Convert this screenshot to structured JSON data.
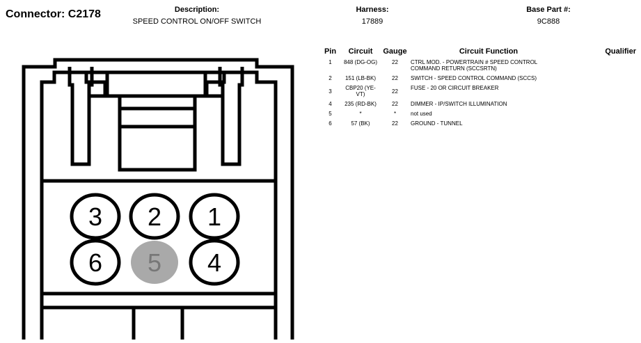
{
  "connector": {
    "label": "Connector: C2178"
  },
  "header": {
    "description": {
      "label": "Description:",
      "value": "SPEED CONTROL ON/OFF SWITCH"
    },
    "harness": {
      "label": "Harness:",
      "value": "17889"
    },
    "base_part": {
      "label": "Base Part #:",
      "value": "9C888"
    }
  },
  "table": {
    "columns": [
      "Pin",
      "Circuit",
      "Gauge",
      "Circuit Function",
      "Qualifier"
    ],
    "rows": [
      {
        "pin": "1",
        "circuit": "848 (DG-OG)",
        "gauge": "22",
        "function": "CTRL MOD. - POWERTRAIN # SPEED CONTROL COMMAND RETURN (SCCSRTN)",
        "qualifier": ""
      },
      {
        "pin": "2",
        "circuit": "151 (LB-BK)",
        "gauge": "22",
        "function": "SWITCH - SPEED CONTROL COMMAND (SCCS)",
        "qualifier": ""
      },
      {
        "pin": "3",
        "circuit": "CBP20 (YE-VT)",
        "gauge": "22",
        "function": "FUSE - 20 OR CIRCUIT BREAKER",
        "qualifier": ""
      },
      {
        "pin": "4",
        "circuit": "235 (RD-BK)",
        "gauge": "22",
        "function": "DIMMER - IP/SWITCH ILLUMINATION",
        "qualifier": ""
      },
      {
        "pin": "5",
        "circuit": "*",
        "gauge": "*",
        "function": "not used",
        "qualifier": ""
      },
      {
        "pin": "6",
        "circuit": "57 (BK)",
        "gauge": "22",
        "function": "GROUND - TUNNEL",
        "qualifier": ""
      }
    ]
  },
  "diagram": {
    "cavities": [
      {
        "label": "3",
        "used": true
      },
      {
        "label": "2",
        "used": true
      },
      {
        "label": "1",
        "used": true
      },
      {
        "label": "6",
        "used": true
      },
      {
        "label": "5",
        "used": false
      },
      {
        "label": "4",
        "used": true
      }
    ],
    "colors": {
      "unused_fill": "#a9a9a9",
      "unused_text": "#777777",
      "line": "#000000"
    }
  }
}
